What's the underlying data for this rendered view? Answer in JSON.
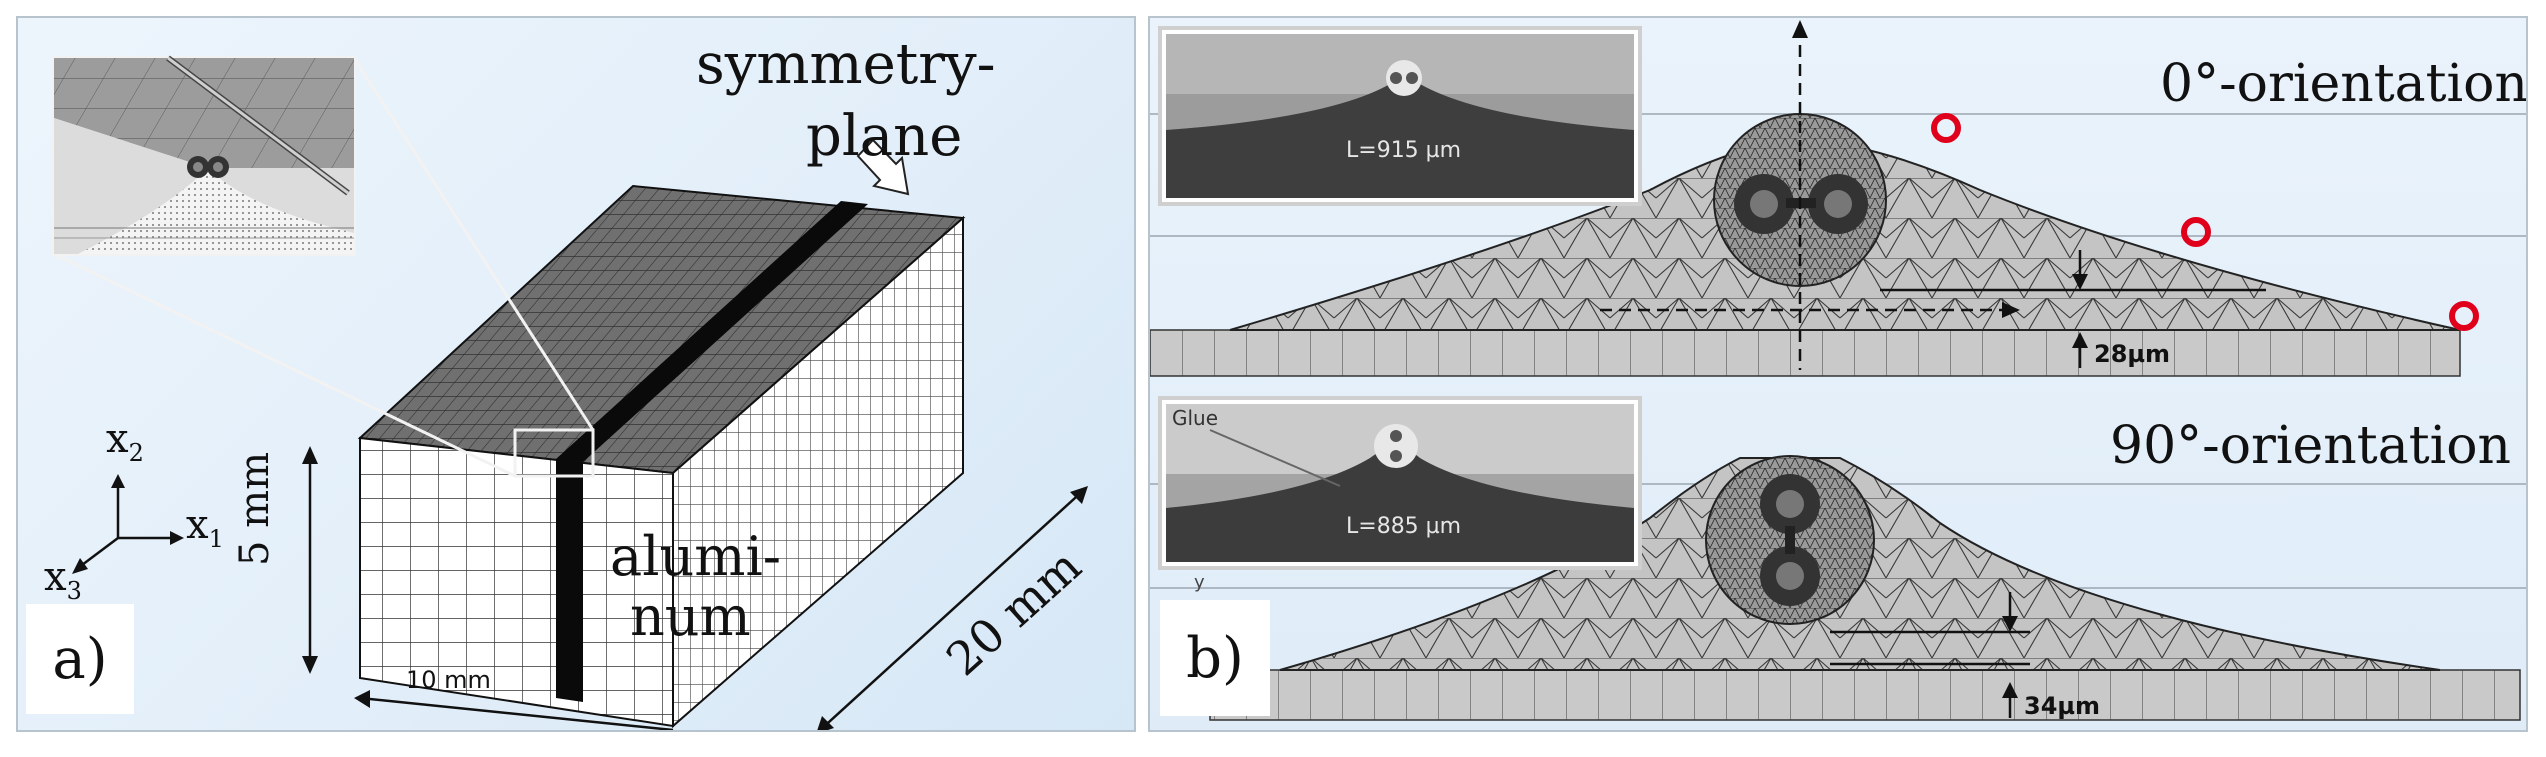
{
  "panel_a": {
    "tag": "a)",
    "symmetry_label_line1": "symmetry-",
    "symmetry_label_line2": "plane",
    "material_line1": "alumi-",
    "material_line2": "num",
    "dim_height": "5 mm",
    "dim_width": "10 mm",
    "dim_depth": "20 mm",
    "axes": {
      "x1": "x",
      "x1_sub": "1",
      "x2": "x",
      "x2_sub": "2",
      "x3": "x",
      "x3_sub": "3"
    }
  },
  "panel_b": {
    "tag": "b)",
    "top": {
      "orientation": "0°-orientation",
      "inset_label": "L=915 µm",
      "gap_label": "28µm"
    },
    "bottom": {
      "orientation": "90°-orientation",
      "inset_label": "L=885 µm",
      "inset_note": "Glue",
      "gap_label": "34µm",
      "axis_tick": "y"
    }
  },
  "colors": {
    "marker": "#e0001b",
    "frame": "#b7c3cd",
    "mesh_fill": "#c4c4c4"
  }
}
